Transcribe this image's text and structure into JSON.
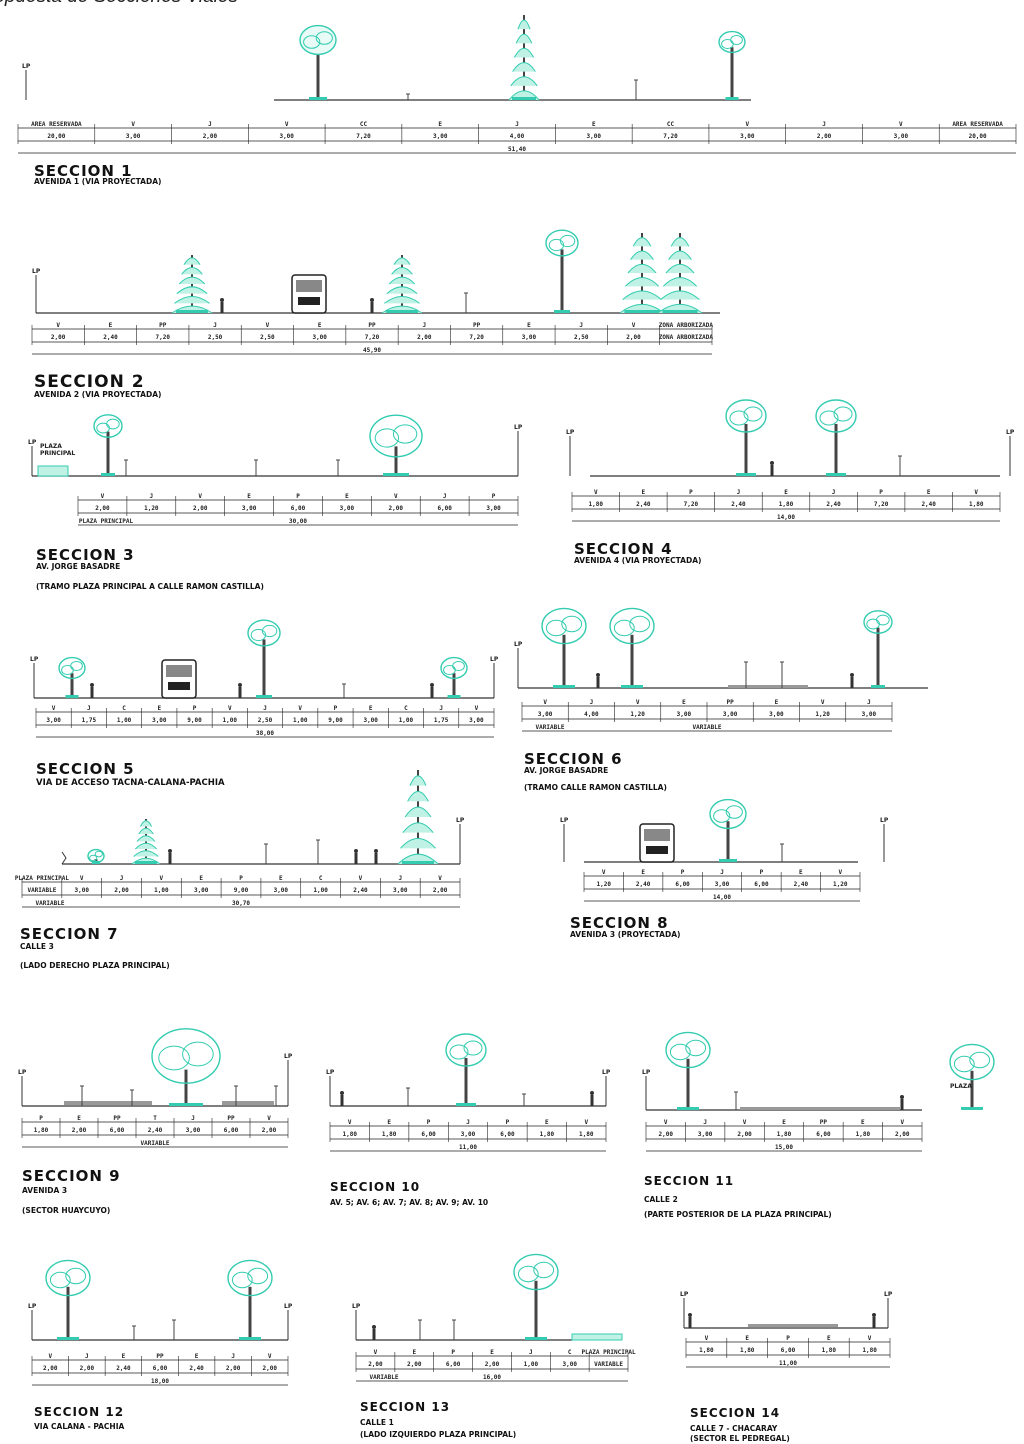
{
  "header": "ropuesta de Secciones Viales",
  "sections": [
    {
      "id": "s1",
      "title": "SECCION 1",
      "lines": [
        "AVENIDA 1 (VIA PROYECTADA)"
      ]
    },
    {
      "id": "s2",
      "title": "SECCION 2",
      "lines": [
        "AVENIDA 2 (VIA PROYECTADA)"
      ]
    },
    {
      "id": "s3",
      "title": "SECCION 3",
      "lines": [
        "AV. JORGE BASADRE",
        "(TRAMO PLAZA PRINCIPAL A CALLE RAMON CASTILLA)"
      ]
    },
    {
      "id": "s4",
      "title": "SECCION 4",
      "lines": [
        "AVENIDA 4 (VIA PROYECTADA)"
      ]
    },
    {
      "id": "s5",
      "title": "SECCION 5",
      "lines": [
        "VIA DE ACCESO TACNA-CALANA-PACHIA"
      ]
    },
    {
      "id": "s6",
      "title": "SECCION 6",
      "lines": [
        "AV. JORGE BASADRE",
        "(TRAMO CALLE RAMON CASTILLA)"
      ]
    },
    {
      "id": "s7",
      "title": "SECCION 7",
      "lines": [
        "CALLE 3",
        "(LADO DERECHO PLAZA PRINCIPAL)"
      ]
    },
    {
      "id": "s8",
      "title": "SECCION 8",
      "lines": [
        "AVENIDA 3 (PROYECTADA)"
      ]
    },
    {
      "id": "s9",
      "title": "SECCION 9",
      "lines": [
        "AVENIDA 3",
        "(SECTOR HUAYCUYO)"
      ]
    },
    {
      "id": "s10",
      "title": "SECCION 10",
      "lines": [
        "AV. 5; AV. 6; AV. 7; AV. 8; AV. 9; AV. 10"
      ]
    },
    {
      "id": "s11",
      "title": "SECCION 11",
      "lines": [
        "CALLE 2",
        "(PARTE POSTERIOR DE LA PLAZA PRINCIPAL)"
      ]
    },
    {
      "id": "s12",
      "title": "SECCION 12",
      "lines": [
        "VIA CALANA - PACHIA"
      ]
    },
    {
      "id": "s13",
      "title": "SECCION 13",
      "lines": [
        "CALLE 1",
        "(LADO IZQUIERDO PLAZA PRINCIPAL)"
      ]
    },
    {
      "id": "s14",
      "title": "SECCION 14",
      "lines": [
        "CALLE 7 - CHACARAY",
        "(SECTOR EL PEDREGAL)"
      ]
    }
  ],
  "dims": {
    "s1": {
      "codes": [
        "AREA RESERVADA",
        "V",
        "J",
        "V",
        "CC",
        "E",
        "J",
        "E",
        "CC",
        "V",
        "J",
        "V",
        "AREA RESERVADA"
      ],
      "values": [
        "20,00",
        "3,00",
        "2,00",
        "3,00",
        "7,20",
        "3,00",
        "4,00",
        "3,00",
        "7,20",
        "3,00",
        "2,00",
        "3,00",
        "20,00"
      ],
      "total": "51,40"
    },
    "s2": {
      "codes": [
        "V",
        "E",
        "PP",
        "J",
        "V",
        "E",
        "PP",
        "J",
        "PP",
        "E",
        "J",
        "V",
        "ZONA ARBORIZADA"
      ],
      "values": [
        "2,00",
        "2,40",
        "7,20",
        "2,50",
        "2,50",
        "3,00",
        "7,20",
        "2,00",
        "7,20",
        "3,00",
        "2,50",
        "2,00",
        "ZONA ARBORIZADA"
      ],
      "total": "45,90"
    },
    "s3": {
      "codes": [
        "V",
        "J",
        "V",
        "E",
        "P",
        "E",
        "V",
        "J",
        "P"
      ],
      "values": [
        "2,00",
        "1,20",
        "2,00",
        "3,00",
        "6,00",
        "3,00",
        "2,00",
        "6,00",
        "3,00"
      ],
      "total": "30,00",
      "extra": "PLAZA PRINCIPAL"
    },
    "s4": {
      "codes": [
        "V",
        "E",
        "P",
        "J",
        "E",
        "J",
        "P",
        "E",
        "V"
      ],
      "values": [
        "1,80",
        "2,40",
        "7,20",
        "2,40",
        "1,80",
        "2,40",
        "7,20",
        "2,40",
        "1,80"
      ],
      "total": "14,00"
    },
    "s5": {
      "codes": [
        "V",
        "J",
        "C",
        "E",
        "P",
        "V",
        "J",
        "V",
        "P",
        "E",
        "C",
        "J",
        "V"
      ],
      "values": [
        "3,00",
        "1,75",
        "1,00",
        "3,00",
        "9,00",
        "1,00",
        "2,50",
        "1,00",
        "9,00",
        "3,00",
        "1,00",
        "1,75",
        "3,00"
      ],
      "total": "38,00"
    },
    "s6": {
      "codes": [
        "V",
        "J",
        "V",
        "E",
        "PP",
        "E",
        "V",
        "J"
      ],
      "values": [
        "3,00",
        "4,00",
        "1,20",
        "3,00",
        "3,00",
        "3,00",
        "1,20",
        "3,00"
      ],
      "total": "VARIABLE",
      "extra": "VARIABLE"
    },
    "s7": {
      "codes": [
        "PLAZA PRINCIPAL",
        "V",
        "J",
        "V",
        "E",
        "P",
        "E",
        "C",
        "V",
        "J",
        "V"
      ],
      "values": [
        "VARIABLE",
        "3,00",
        "2,00",
        "1,00",
        "3,00",
        "9,00",
        "3,00",
        "1,00",
        "2,40",
        "3,00",
        "2,00"
      ],
      "total": "30,70",
      "extra": "VARIABLE"
    },
    "s8": {
      "codes": [
        "V",
        "E",
        "P",
        "J",
        "P",
        "E",
        "V"
      ],
      "values": [
        "1,20",
        "2,40",
        "6,00",
        "3,00",
        "6,00",
        "2,40",
        "1,20"
      ],
      "total": "14,00"
    },
    "s9": {
      "codes": [
        "P",
        "E",
        "PP",
        "T",
        "J",
        "PP",
        "V"
      ],
      "values": [
        "1,80",
        "2,00",
        "6,00",
        "2,40",
        "3,00",
        "6,00",
        "2,00"
      ],
      "total": "VARIABLE"
    },
    "s10": {
      "codes": [
        "V",
        "E",
        "P",
        "J",
        "P",
        "E",
        "V"
      ],
      "values": [
        "1,80",
        "1,80",
        "6,00",
        "3,00",
        "6,00",
        "1,80",
        "1,80"
      ],
      "total": "11,00"
    },
    "s11": {
      "codes": [
        "V",
        "J",
        "V",
        "E",
        "PP",
        "E",
        "V"
      ],
      "values": [
        "2,00",
        "3,00",
        "2,00",
        "1,80",
        "6,00",
        "1,80",
        "2,00"
      ],
      "total": "15,00"
    },
    "s12": {
      "codes": [
        "V",
        "J",
        "E",
        "PP",
        "E",
        "J",
        "V"
      ],
      "values": [
        "2,00",
        "2,00",
        "2,40",
        "6,00",
        "2,40",
        "2,00",
        "2,00"
      ],
      "total": "18,00"
    },
    "s13": {
      "codes": [
        "V",
        "E",
        "P",
        "E",
        "J",
        "C",
        "PLAZA PRINCIPAL"
      ],
      "values": [
        "2,00",
        "2,00",
        "6,00",
        "2,00",
        "1,00",
        "3,00",
        "VARIABLE"
      ],
      "total": "16,00",
      "extra": "VARIABLE"
    },
    "s14": {
      "codes": [
        "V",
        "E",
        "P",
        "E",
        "V"
      ],
      "values": [
        "1,80",
        "1,80",
        "6,00",
        "1,80",
        "1,80"
      ],
      "total": "11,00"
    }
  }
}
